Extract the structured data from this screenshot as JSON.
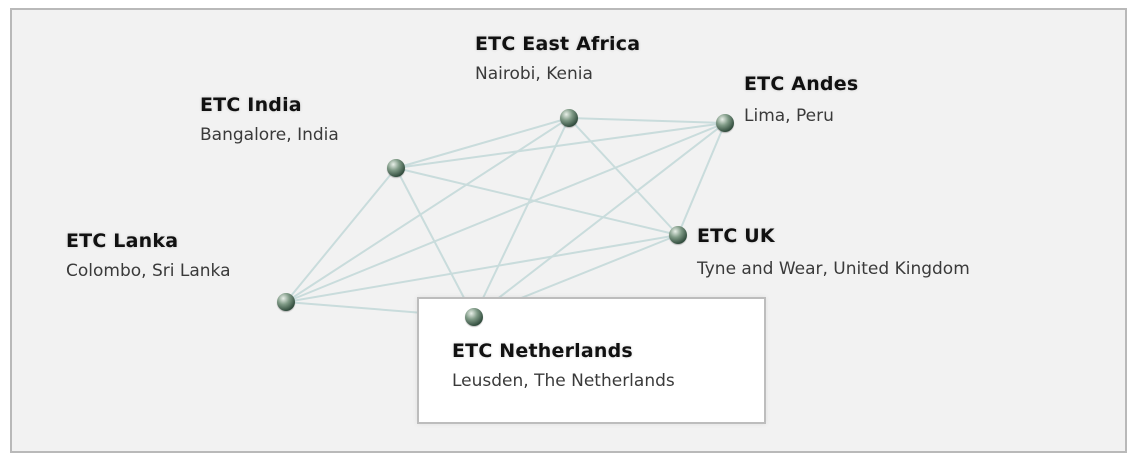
{
  "nodes": {
    "india": {
      "name": "ETC India",
      "place": "Bangalore, India"
    },
    "eastafrica": {
      "name": "ETC East Africa",
      "place": "Nairobi, Kenia"
    },
    "andes": {
      "name": "ETC Andes",
      "place": "Lima, Peru"
    },
    "lanka": {
      "name": "ETC Lanka",
      "place": "Colombo, Sri Lanka"
    },
    "uk": {
      "name": "ETC UK",
      "place": "Tyne and Wear, United Kingdom"
    },
    "netherlands": {
      "name": "ETC Netherlands",
      "place": "Leusden, The Netherlands"
    }
  },
  "colors": {
    "link": "#c9dcdc",
    "frame_border": "#b9b9b9",
    "background": "#f2f2f2"
  }
}
